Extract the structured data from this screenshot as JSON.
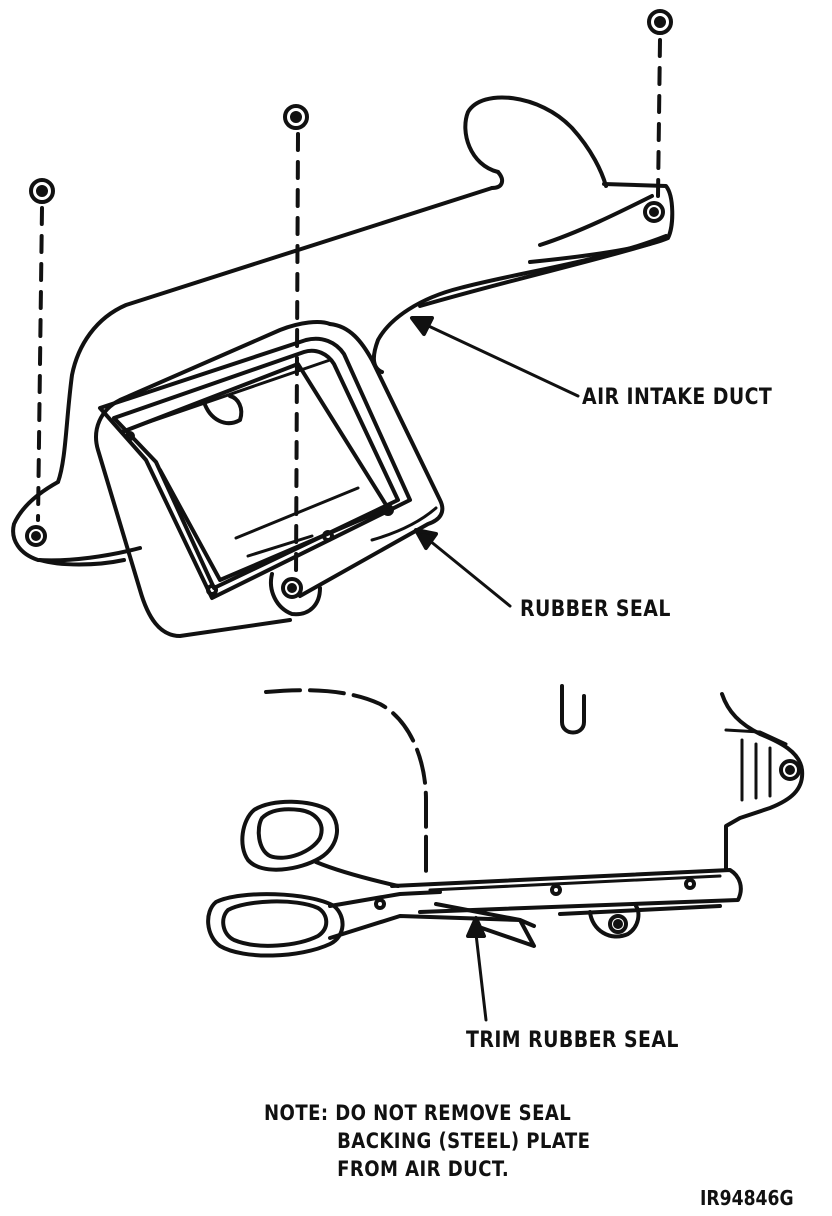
{
  "labels": {
    "air_intake_duct": "AIR INTAKE DUCT",
    "rubber_seal": "RUBBER SEAL",
    "trim_rubber_seal": "TRIM RUBBER SEAL"
  },
  "note": {
    "prefix": "NOTE:",
    "line1": "DO NOT REMOVE SEAL",
    "line2": "BACKING (STEEL) PLATE",
    "line3": "FROM AIR DUCT."
  },
  "figure_id": "IR94846G",
  "colors": {
    "ink": "#111111",
    "background": "#ffffff"
  }
}
